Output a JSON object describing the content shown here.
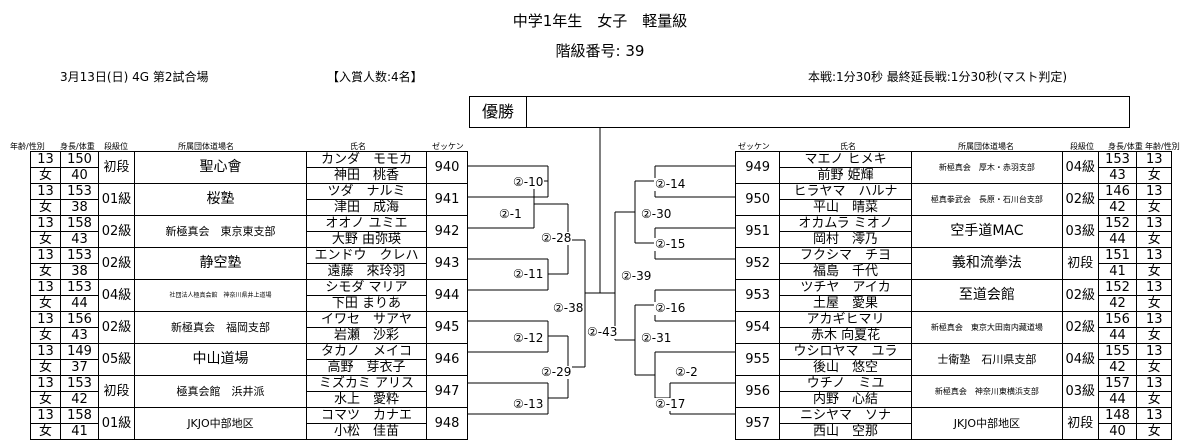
{
  "title": "中学1年生　女子　軽量級",
  "class_number": "階級番号:  39",
  "date_venue": "3月13日(日)  4G  第2試合場",
  "winners_count": "【入賞人数:4名】",
  "rules": "本戦:1分30秒  最終延長戦:1分30秒(マスト判定)",
  "winner_label": "優勝",
  "headers": {
    "left": {
      "age": "年齢/性別",
      "height": "身長/体重",
      "rank": "段級位",
      "dojo": "所属団体道場名",
      "name": "氏名",
      "zekken": "ゼッケン"
    },
    "right": {
      "zekken": "ゼッケン",
      "name": "氏名",
      "dojo": "所属団体道場名",
      "rank": "段級位",
      "height": "身長/体重",
      "age": "年齢/性別"
    }
  },
  "left_players": [
    {
      "age": "13",
      "sex": "女",
      "height": "150",
      "weight": "40",
      "rank": "初段",
      "dojo": "聖心會",
      "kana": "カンダ　モモカ",
      "name": "神田　桃香",
      "zekken": "940"
    },
    {
      "age": "13",
      "sex": "女",
      "height": "153",
      "weight": "38",
      "rank": "01級",
      "dojo": "桜塾",
      "kana": "ツダ　ナルミ",
      "name": "津田　成海",
      "zekken": "941"
    },
    {
      "age": "13",
      "sex": "女",
      "height": "158",
      "weight": "43",
      "rank": "02級",
      "dojo": "新極真会　東京東支部",
      "kana": "オオノ ユミエ",
      "name": "大野 由弥瑛",
      "zekken": "942"
    },
    {
      "age": "13",
      "sex": "女",
      "height": "153",
      "weight": "38",
      "rank": "02級",
      "dojo": "静空塾",
      "kana": "エンドウ　クレハ",
      "name": "遠藤　來玲羽",
      "zekken": "943"
    },
    {
      "age": "13",
      "sex": "女",
      "height": "153",
      "weight": "44",
      "rank": "04級",
      "dojo": "社団法人極真会館　神奈川県井上道場",
      "kana": "シモダ マリア",
      "name": "下田 まりあ",
      "zekken": "944"
    },
    {
      "age": "13",
      "sex": "女",
      "height": "156",
      "weight": "43",
      "rank": "02級",
      "dojo": "新極真会　福岡支部",
      "kana": "イワセ　サアヤ",
      "name": "岩瀬　沙彩",
      "zekken": "945"
    },
    {
      "age": "13",
      "sex": "女",
      "height": "149",
      "weight": "37",
      "rank": "05級",
      "dojo": "中山道場",
      "kana": "タカノ　メイコ",
      "name": "高野　芽衣子",
      "zekken": "946"
    },
    {
      "age": "13",
      "sex": "女",
      "height": "153",
      "weight": "42",
      "rank": "初段",
      "dojo": "極真会館　浜井派",
      "kana": "ミズカミ アリス",
      "name": "水上　愛粋",
      "zekken": "947"
    },
    {
      "age": "13",
      "sex": "女",
      "height": "158",
      "weight": "41",
      "rank": "01級",
      "dojo": "JKJO中部地区",
      "kana": "コマツ　カナエ",
      "name": "小松　佳苗",
      "zekken": "948"
    }
  ],
  "right_players": [
    {
      "zekken": "949",
      "kana": "マエノ ヒメキ",
      "name": "前野 姫輝",
      "dojo": "新極真会　厚木・赤羽支部",
      "rank": "04級",
      "height": "153",
      "weight": "43",
      "age": "13",
      "sex": "女"
    },
    {
      "zekken": "950",
      "kana": "ヒラヤマ　ハルナ",
      "name": "平山　晴菜",
      "dojo": "極真拳武会　長原・石川台支部",
      "rank": "02級",
      "height": "146",
      "weight": "42",
      "age": "13",
      "sex": "女"
    },
    {
      "zekken": "951",
      "kana": "オカムラ ミオノ",
      "name": "岡村　澪乃",
      "dojo": "空手道MAC",
      "rank": "03級",
      "height": "152",
      "weight": "44",
      "age": "13",
      "sex": "女"
    },
    {
      "zekken": "952",
      "kana": "フクシマ　チヨ",
      "name": "福島　千代",
      "dojo": "義和流拳法",
      "rank": "初段",
      "height": "151",
      "weight": "41",
      "age": "13",
      "sex": "女"
    },
    {
      "zekken": "953",
      "kana": "ツチヤ　アイカ",
      "name": "土屋　愛果",
      "dojo": "至道会館",
      "rank": "02級",
      "height": "152",
      "weight": "42",
      "age": "13",
      "sex": "女"
    },
    {
      "zekken": "954",
      "kana": "アカギヒマリ",
      "name": "赤木 向夏花",
      "dojo": "新極真会　東京大田南内藏道場",
      "rank": "02級",
      "height": "156",
      "weight": "44",
      "age": "13",
      "sex": "女"
    },
    {
      "zekken": "955",
      "kana": "ウシロヤマ　ユラ",
      "name": "後山　悠空",
      "dojo": "士衛塾　石川県支部",
      "rank": "04級",
      "height": "155",
      "weight": "42",
      "age": "13",
      "sex": "女"
    },
    {
      "zekken": "956",
      "kana": "ウチノ　ミユ",
      "name": "内野　心結",
      "dojo": "新極真会　神奈川東横浜支部",
      "rank": "03級",
      "height": "157",
      "weight": "44",
      "age": "13",
      "sex": "女"
    },
    {
      "zekken": "957",
      "kana": "ニシヤマ　ソナ",
      "name": "西山　空那",
      "dojo": "JKJO中部地区",
      "rank": "初段",
      "height": "148",
      "weight": "40",
      "age": "13",
      "sex": "女"
    }
  ],
  "match_labels": {
    "m10": "②-10",
    "m1": "②-1",
    "m28": "②-28",
    "m11": "②-11",
    "m38": "②-38",
    "m12": "②-12",
    "m29": "②-29",
    "m13": "②-13",
    "m43": "②-43",
    "m14": "②-14",
    "m30": "②-30",
    "m15": "②-15",
    "m39": "②-39",
    "m16": "②-16",
    "m31": "②-31",
    "m2": "②-2",
    "m17": "②-17"
  }
}
